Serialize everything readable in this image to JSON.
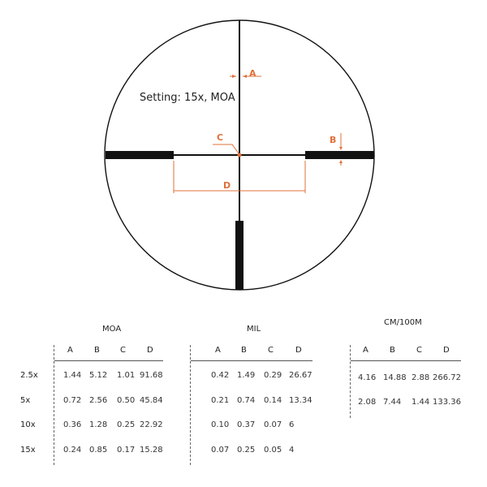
{
  "diagram": {
    "setting_text": "Setting: 15x, MOA",
    "labels": {
      "A": "A",
      "B": "B",
      "C": "C",
      "D": "D"
    },
    "accent_color": "#e0703a"
  },
  "tables": {
    "row_labels": [
      "2.5x",
      "5x",
      "10x",
      "15x"
    ],
    "columns": [
      "A",
      "B",
      "C",
      "D"
    ],
    "moa": {
      "title": "MOA",
      "rows": [
        [
          "1.44",
          "5.12",
          "1.01",
          "91.68"
        ],
        [
          "0.72",
          "2.56",
          "0.50",
          "45.84"
        ],
        [
          "0.36",
          "1.28",
          "0.25",
          "22.92"
        ],
        [
          "0.24",
          "0.85",
          "0.17",
          "15.28"
        ]
      ]
    },
    "mil": {
      "title": "MIL",
      "rows": [
        [
          "0.42",
          "1.49",
          "0.29",
          "26.67"
        ],
        [
          "0.21",
          "0.74",
          "0.14",
          "13.34"
        ],
        [
          "0.10",
          "0.37",
          "0.07",
          "6"
        ],
        [
          "0.07",
          "0.25",
          "0.05",
          "4"
        ]
      ]
    },
    "cm": {
      "title": "CM/100M",
      "rows": [
        [
          "4.16",
          "14.88",
          "2.88",
          "266.72"
        ],
        [
          "2.08",
          "7.44",
          "1.44",
          "133.36"
        ]
      ]
    }
  }
}
